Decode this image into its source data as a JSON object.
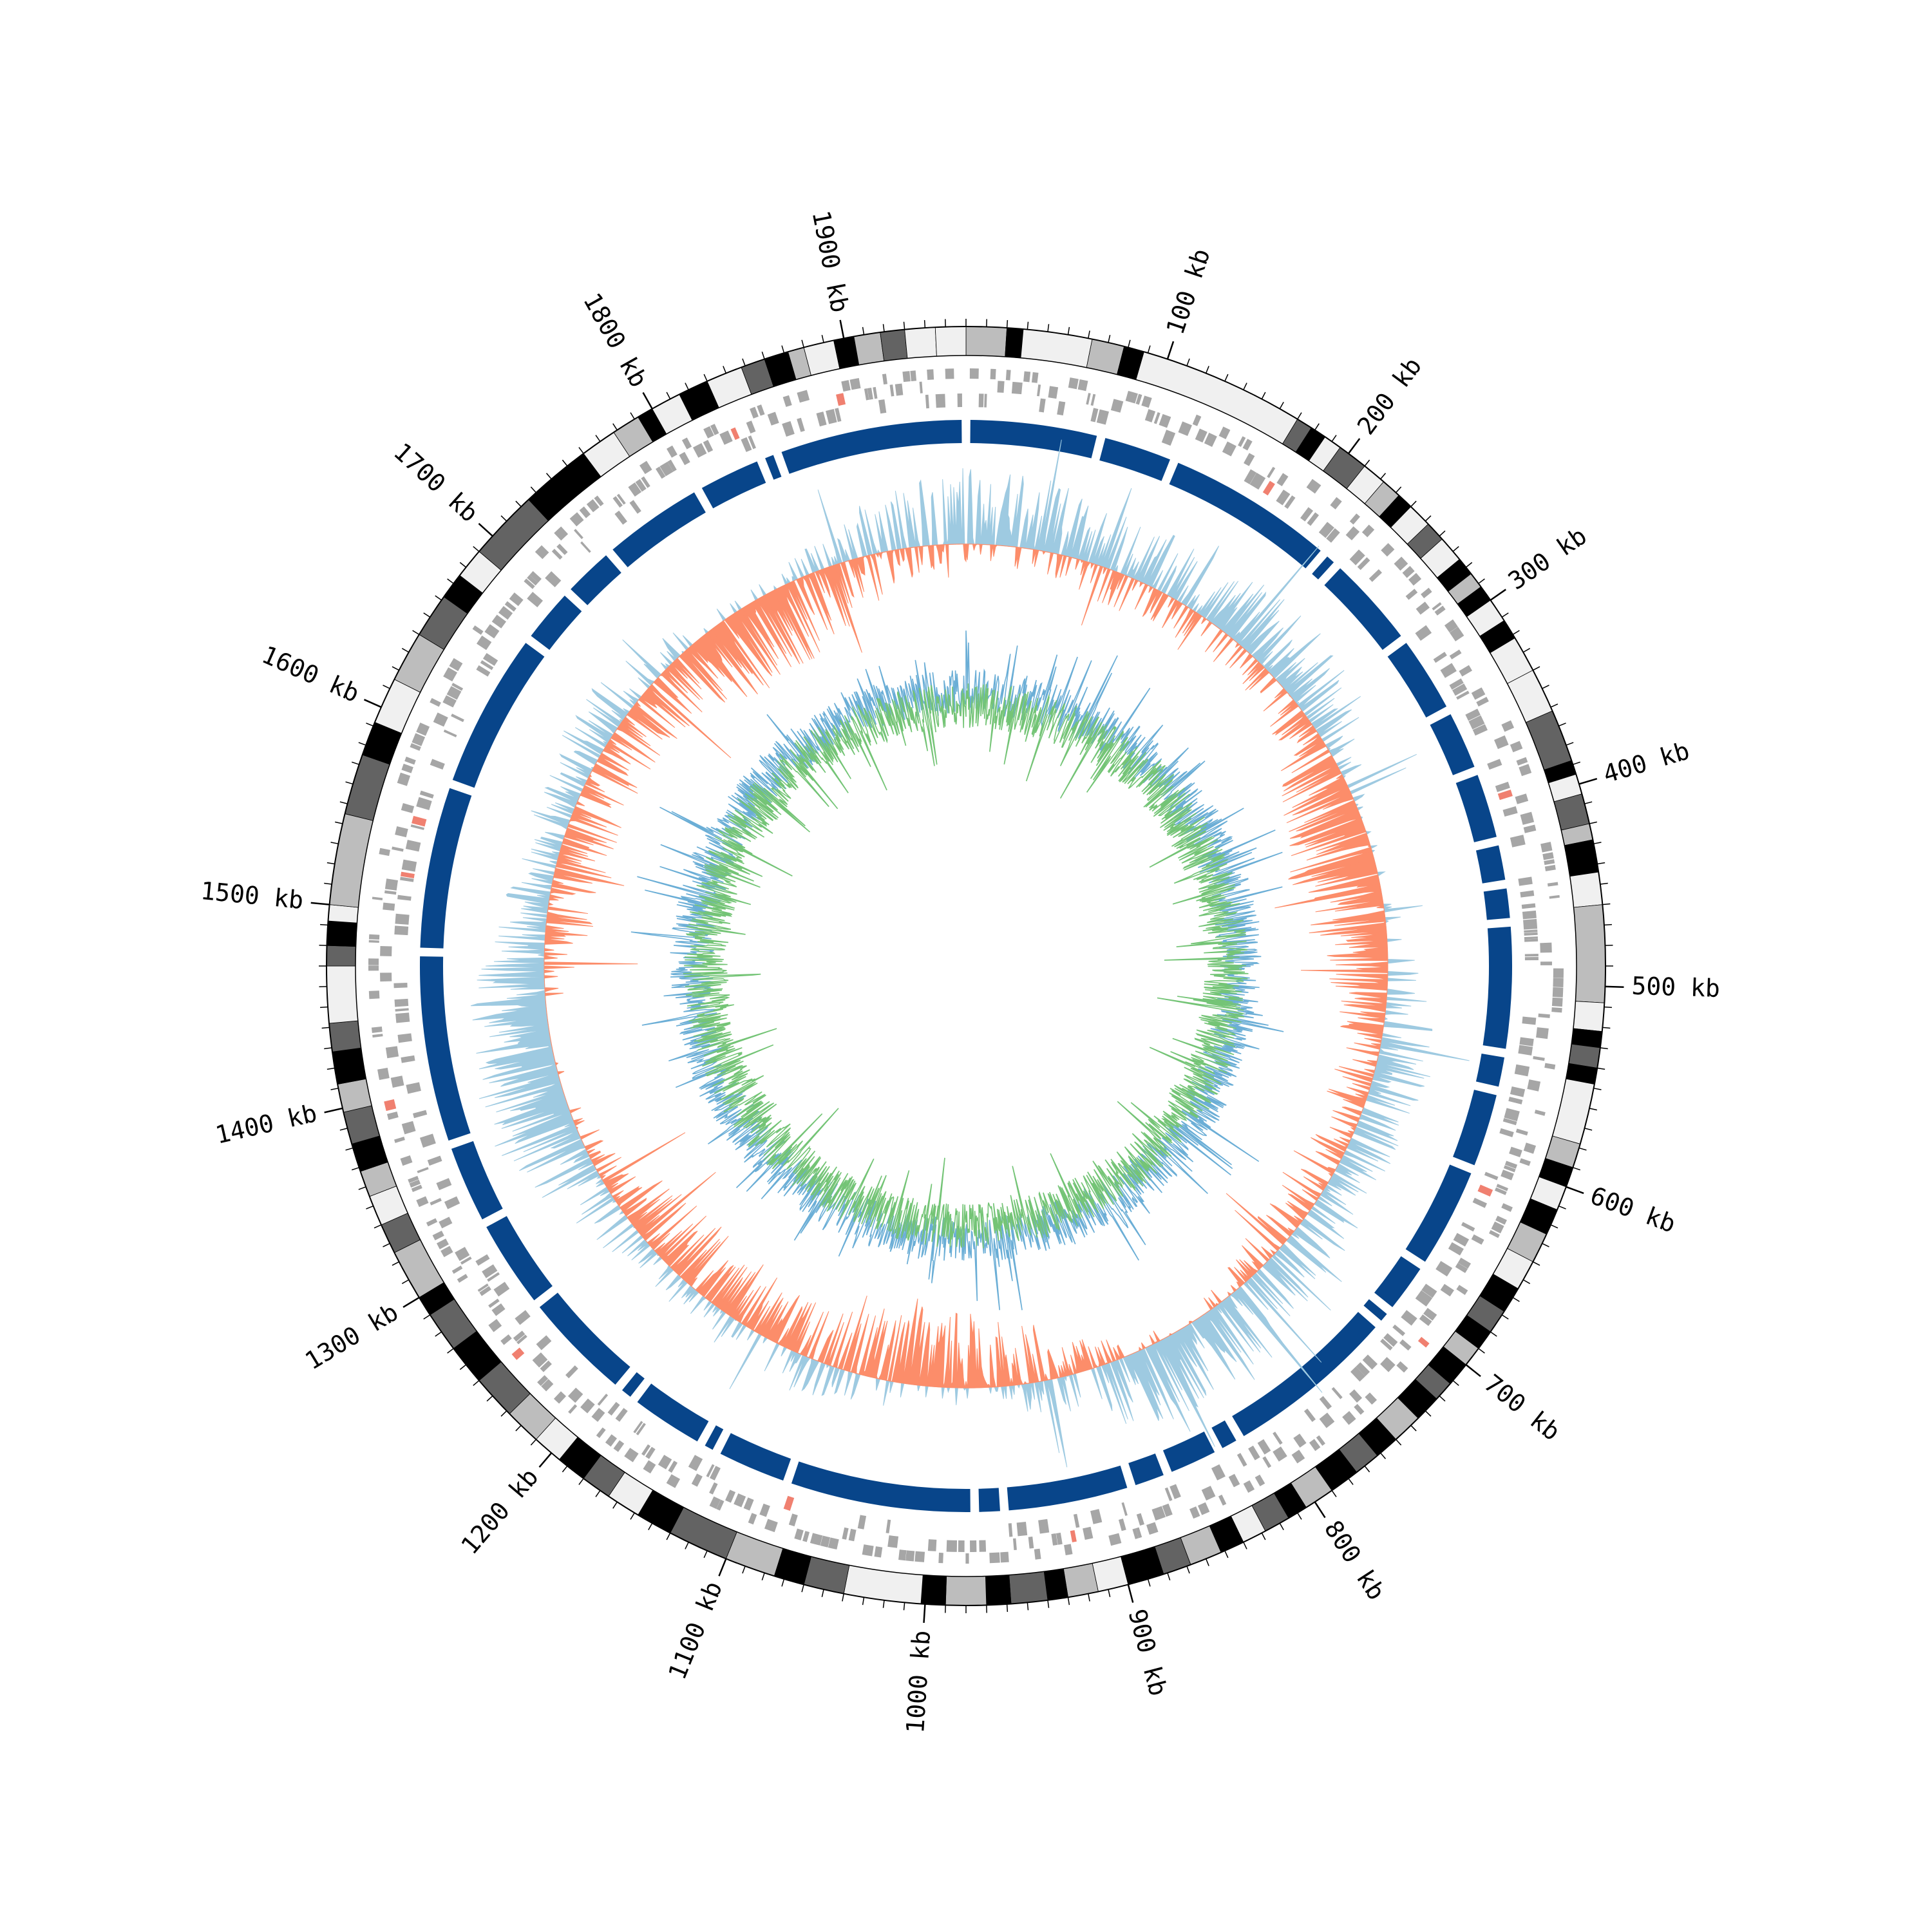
{
  "chart_data": {
    "type": "circular-genome-map",
    "genome_length_kb": 1960,
    "tick_labels": [
      "100 kb",
      "200 kb",
      "300 kb",
      "400 kb",
      "500 kb",
      "600 kb",
      "700 kb",
      "800 kb",
      "900 kb",
      "1000 kb",
      "1100 kb",
      "1200 kb",
      "1300 kb",
      "1400 kb",
      "1500 kb",
      "1600 kb",
      "1700 kb",
      "1800 kb",
      "1900 kb"
    ],
    "tick_positions_kb": [
      100,
      200,
      300,
      400,
      500,
      600,
      700,
      800,
      900,
      1000,
      1100,
      1200,
      1300,
      1400,
      1500,
      1600,
      1700,
      1800,
      1900
    ],
    "minor_tick_interval_kb": 10,
    "outer_band_kb": [
      [
        0,
        20,
        "#bdbdbd"
      ],
      [
        20,
        28,
        "#000000"
      ],
      [
        28,
        62,
        "#f0f0f0"
      ],
      [
        62,
        78,
        "#bdbdbd"
      ],
      [
        78,
        88,
        "#000000"
      ],
      [
        88,
        170,
        "#f0f0f0"
      ],
      [
        170,
        178,
        "#636363"
      ],
      [
        178,
        186,
        "#000000"
      ],
      [
        186,
        195,
        "#f0f0f0"
      ],
      [
        195,
        210,
        "#636363"
      ],
      [
        210,
        222,
        "#f0f0f0"
      ],
      [
        222,
        232,
        "#bdbdbd"
      ],
      [
        232,
        240,
        "#000000"
      ],
      [
        240,
        252,
        "#f0f0f0"
      ],
      [
        252,
        262,
        "#636363"
      ],
      [
        262,
        275,
        "#f0f0f0"
      ],
      [
        275,
        284,
        "#000000"
      ],
      [
        284,
        292,
        "#bdbdbd"
      ],
      [
        292,
        300,
        "#000000"
      ],
      [
        300,
        312,
        "#f0f0f0"
      ],
      [
        312,
        322,
        "#000000"
      ],
      [
        322,
        340,
        "#f0f0f0"
      ],
      [
        340,
        362,
        "#f0f0f0"
      ],
      [
        362,
        388,
        "#636363"
      ],
      [
        388,
        395,
        "#000000"
      ],
      [
        395,
        405,
        "#f0f0f0"
      ],
      [
        405,
        420,
        "#636363"
      ],
      [
        420,
        428,
        "#bdbdbd"
      ],
      [
        428,
        444,
        "#000000"
      ],
      [
        444,
        460,
        "#f0f0f0"
      ],
      [
        460,
        508,
        "#bdbdbd"
      ],
      [
        508,
        522,
        "#f0f0f0"
      ],
      [
        522,
        530,
        "#000000"
      ],
      [
        530,
        540,
        "#636363"
      ],
      [
        540,
        548,
        "#000000"
      ],
      [
        548,
        578,
        "#f0f0f0"
      ],
      [
        578,
        590,
        "#bdbdbd"
      ],
      [
        590,
        600,
        "#000000"
      ],
      [
        600,
        612,
        "#f0f0f0"
      ],
      [
        612,
        625,
        "#000000"
      ],
      [
        625,
        640,
        "#bdbdbd"
      ],
      [
        640,
        655,
        "#f0f0f0"
      ],
      [
        655,
        668,
        "#000000"
      ],
      [
        668,
        680,
        "#636363"
      ],
      [
        680,
        690,
        "#000000"
      ],
      [
        690,
        700,
        "#bdbdbd"
      ],
      [
        700,
        712,
        "#000000"
      ],
      [
        712,
        722,
        "#636363"
      ],
      [
        722,
        735,
        "#000000"
      ],
      [
        735,
        750,
        "#bdbdbd"
      ],
      [
        750,
        762,
        "#000000"
      ],
      [
        762,
        775,
        "#636363"
      ],
      [
        775,
        790,
        "#000000"
      ],
      [
        790,
        805,
        "#bdbdbd"
      ],
      [
        805,
        815,
        "#000000"
      ],
      [
        815,
        828,
        "#636363"
      ],
      [
        828,
        840,
        "#f0f0f0"
      ],
      [
        840,
        852,
        "#000000"
      ],
      [
        852,
        868,
        "#bdbdbd"
      ],
      [
        868,
        882,
        "#636363"
      ],
      [
        882,
        900,
        "#000000"
      ],
      [
        900,
        915,
        "#f0f0f0"
      ],
      [
        915,
        930,
        "#bdbdbd"
      ],
      [
        930,
        940,
        "#000000"
      ],
      [
        940,
        958,
        "#636363"
      ],
      [
        958,
        970,
        "#000000"
      ],
      [
        970,
        990,
        "#bdbdbd"
      ],
      [
        990,
        1002,
        "#000000"
      ],
      [
        1002,
        1040,
        "#f0f0f0"
      ],
      [
        1040,
        1060,
        "#636363"
      ],
      [
        1060,
        1075,
        "#000000"
      ],
      [
        1075,
        1100,
        "#bdbdbd"
      ],
      [
        1100,
        1130,
        "#636363"
      ],
      [
        1130,
        1148,
        "#000000"
      ],
      [
        1148,
        1165,
        "#f0f0f0"
      ],
      [
        1165,
        1180,
        "#636363"
      ],
      [
        1180,
        1195,
        "#000000"
      ],
      [
        1195,
        1210,
        "#f0f0f0"
      ],
      [
        1210,
        1228,
        "#bdbdbd"
      ],
      [
        1228,
        1250,
        "#636363"
      ],
      [
        1250,
        1270,
        "#000000"
      ],
      [
        1270,
        1290,
        "#636363"
      ],
      [
        1290,
        1300,
        "#000000"
      ],
      [
        1300,
        1325,
        "#bdbdbd"
      ],
      [
        1325,
        1340,
        "#636363"
      ],
      [
        1340,
        1355,
        "#f0f0f0"
      ],
      [
        1355,
        1368,
        "#bdbdbd"
      ],
      [
        1368,
        1382,
        "#000000"
      ],
      [
        1382,
        1398,
        "#636363"
      ],
      [
        1398,
        1412,
        "#bdbdbd"
      ],
      [
        1412,
        1428,
        "#000000"
      ],
      [
        1428,
        1442,
        "#636363"
      ],
      [
        1442,
        1470,
        "#f0f0f0"
      ],
      [
        1470,
        1480,
        "#636363"
      ],
      [
        1480,
        1492,
        "#000000"
      ],
      [
        1492,
        1500,
        "#f0f0f0"
      ],
      [
        1500,
        1545,
        "#bdbdbd"
      ],
      [
        1545,
        1575,
        "#636363"
      ],
      [
        1575,
        1592,
        "#000000"
      ],
      [
        1592,
        1615,
        "#f0f0f0"
      ],
      [
        1615,
        1640,
        "#bdbdbd"
      ],
      [
        1640,
        1662,
        "#636363"
      ],
      [
        1662,
        1675,
        "#000000"
      ],
      [
        1675,
        1690,
        "#f0f0f0"
      ],
      [
        1690,
        1725,
        "#636363"
      ],
      [
        1725,
        1760,
        "#000000"
      ],
      [
        1760,
        1778,
        "#f0f0f0"
      ],
      [
        1778,
        1792,
        "#bdbdbd"
      ],
      [
        1792,
        1800,
        "#000000"
      ],
      [
        1800,
        1815,
        "#f0f0f0"
      ],
      [
        1815,
        1830,
        "#000000"
      ],
      [
        1830,
        1848,
        "#f0f0f0"
      ],
      [
        1848,
        1860,
        "#636363"
      ],
      [
        1860,
        1872,
        "#000000"
      ],
      [
        1872,
        1880,
        "#bdbdbd"
      ],
      [
        1880,
        1895,
        "#f0f0f0"
      ],
      [
        1895,
        1905,
        "#000000"
      ],
      [
        1905,
        1918,
        "#bdbdbd"
      ],
      [
        1918,
        1930,
        "#636363"
      ],
      [
        1930,
        1945,
        "#f0f0f0"
      ],
      [
        1945,
        1960,
        "#f0f0f0"
      ]
    ],
    "blue_segment_gaps_kb": [
      0,
      78,
      122,
      223,
      233,
      290,
      338,
      376,
      418,
      443,
      465,
      540,
      562,
      609,
      671,
      703,
      713,
      816,
      830,
      862,
      884,
      958,
      975,
      1084,
      1128,
      1138,
      1184,
      1195,
      1262,
      1317,
      1366,
      1478,
      1576,
      1670,
      1705,
      1738,
      1800,
      1840,
      1850
    ],
    "track_colors": {
      "bands_dark": "#000000",
      "bands_mid": "#636363",
      "bands_light": "#bdbdbd",
      "bands_pale": "#f0f0f0",
      "features": "#a6a6a6",
      "feature_highlight": "#f08070",
      "segments": "#08458a",
      "gc_positive": "#9ecae1",
      "gc_negative": "#fc8d6a",
      "skew_series_1": "#6baed6",
      "skew_series_2": "#74c476"
    }
  }
}
